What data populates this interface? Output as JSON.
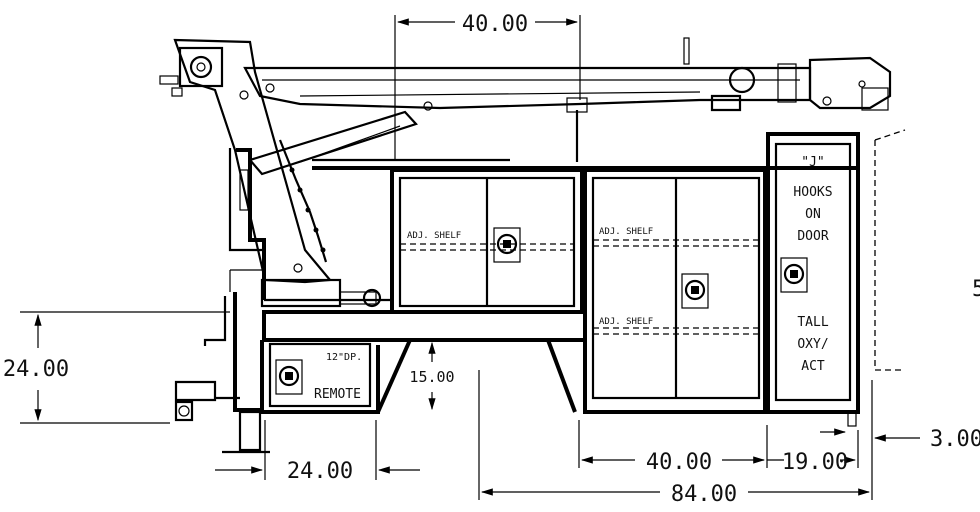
{
  "dimensions": {
    "top_width": "40.00",
    "left_height": "24.00",
    "bottom_left_width": "24.00",
    "mid_height": "15.00",
    "bottom_mid_width": "40.00",
    "bottom_right_width": "19.00",
    "overall_width": "84.00",
    "right_offset": "3.00",
    "right_edge_partial": "5"
  },
  "labels": {
    "shelf_1": "ADJ. SHELF",
    "shelf_2": "ADJ. SHELF",
    "shelf_3": "ADJ. SHELF",
    "j_hooks_line1": "\"J\"",
    "j_hooks_line2": "HOOKS",
    "j_hooks_line3": "ON",
    "j_hooks_line4": "DOOR",
    "tall_line1": "TALL",
    "tall_line2": "OXY/",
    "tall_line3": "ACT",
    "depth_note": "12\"DP.",
    "remote": "REMOTE"
  }
}
